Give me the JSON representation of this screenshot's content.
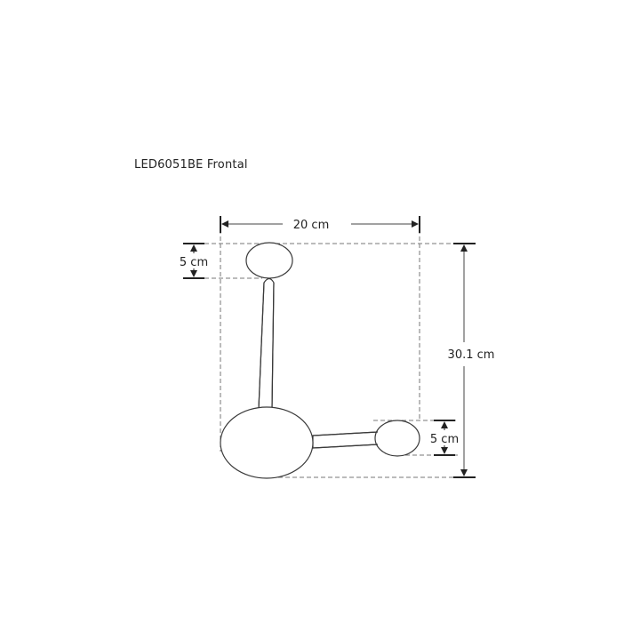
{
  "title": "LED6051BE Frontal",
  "dimensions": {
    "width": "20 cm",
    "height": "30.1 cm",
    "top_globe": "5 cm",
    "side_globe": "5 cm"
  },
  "colors": {
    "stroke": "#3a3a3a",
    "dash": "#777777",
    "text": "#222222"
  }
}
